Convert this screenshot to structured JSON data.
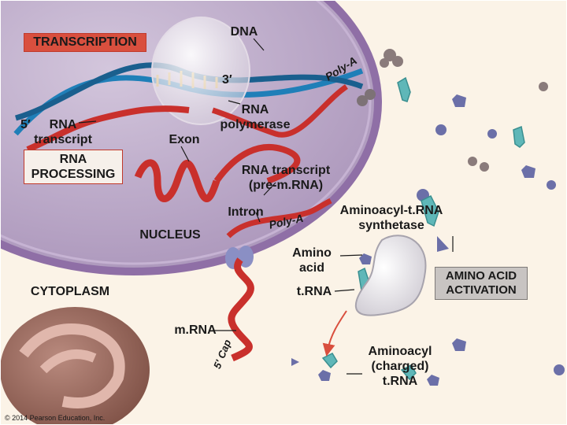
{
  "labels": {
    "dna": "DNA",
    "transcription": "TRANSCRIPTION",
    "three_prime": "3′",
    "poly_a_top": "Poly-A",
    "five_prime": "5′",
    "rna_transcript": "RNA\ntranscript",
    "rna_polymerase": "RNA\npolymerase",
    "exon": "Exon",
    "rna_processing": "RNA\nPROCESSING",
    "pre_mrna": "RNA transcript\n(pre-m.RNA)",
    "intron": "Intron",
    "poly_a_mid": "Poly-A",
    "aminoacyl_trna_synthetase": "Aminoacyl-t.RNA\nsynthetase",
    "nucleus": "NUCLEUS",
    "amino_acid": "Amino\nacid",
    "amino_acid_activation": "AMINO ACID\nACTIVATION",
    "cytoplasm": "CYTOPLASM",
    "trna": "t.RNA",
    "mrna": "m.RNA",
    "cap": "5′ Cap",
    "aminoacyl_charged": "Aminoacyl\n(charged)\nt.RNA",
    "copyright": "© 2014 Pearson Education, Inc."
  },
  "colors": {
    "nucleus_fill": "#b9a7c6",
    "nucleus_edge": "#8f6fa6",
    "cytoplasm": "#fbf3e7",
    "rna_red": "#c9302c",
    "dna_blue": "#1f7fb8",
    "trna_teal": "#5fb7b8",
    "amino_purple": "#6b6fa8",
    "label_red": "#d94f3e"
  }
}
